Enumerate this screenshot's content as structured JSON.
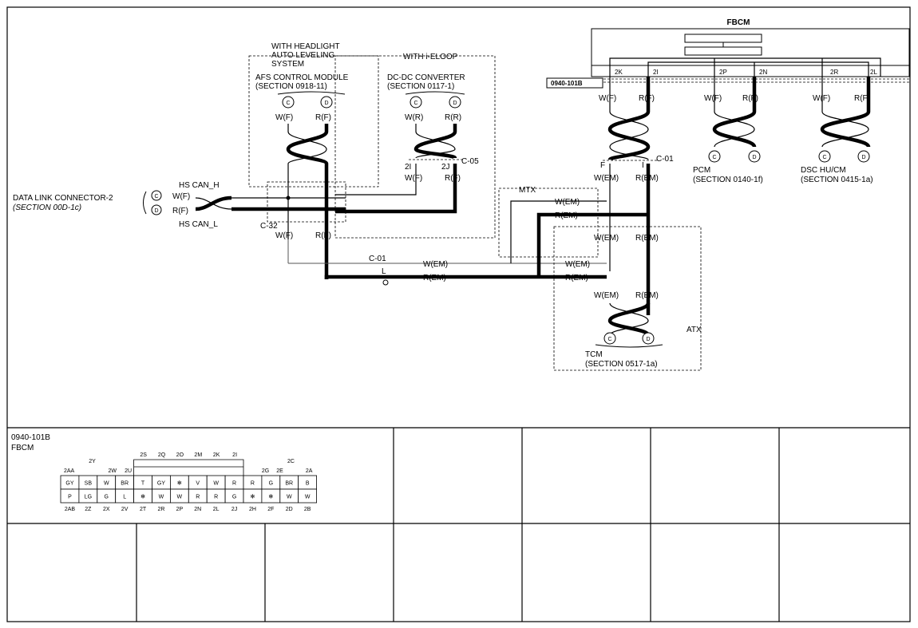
{
  "fbcm": {
    "title": "FBCM",
    "pins": [
      "2K",
      "2I",
      "2P",
      "2N",
      "2R",
      "2L"
    ],
    "connector_ref": "0940-101B"
  },
  "modules": {
    "headlight_note": [
      "WITH HEADLIGHT",
      "AUTO LEVELING",
      "SYSTEM"
    ],
    "afs": [
      "AFS CONTROL MODULE",
      "(SECTION 0918-11)"
    ],
    "ieloop_note": "WITH i-ELOOP",
    "dcdc": [
      "DC-DC CONVERTER",
      "(SECTION 0117-1)"
    ],
    "pcm": [
      "PCM",
      "(SECTION 0140-1f)"
    ],
    "dsc": [
      "DSC HU/CM",
      "(SECTION 0415-1a)"
    ],
    "tcm": [
      "TCM",
      "(SECTION 0517-1a)"
    ],
    "dlc": [
      "DATA LINK CONNECTOR-2",
      "(SECTION 00D-1c)"
    ],
    "mtx": "MTX",
    "atx": "ATX"
  },
  "labels": {
    "hs_can_h": "HS CAN_H",
    "hs_can_l": "HS CAN_L",
    "c": "C",
    "d": "D",
    "wf": "W(F)",
    "rf": "R(F)",
    "wr": "W(R)",
    "rr": "R(R)",
    "wem": "W(EM)",
    "rem": "R(EM)",
    "c32": "C-32",
    "c05": "C-05",
    "c01": "C-01",
    "pin_2i": "2I",
    "pin_2j": "2J",
    "pin_f": "F",
    "pin_i": "I",
    "pin_l": "L"
  },
  "connector_table": {
    "ref": "0940-101B",
    "name": "FBCM",
    "top_labels": [
      "2S",
      "2Q",
      "2O",
      "2M",
      "2K",
      "2I"
    ],
    "side_labels": [
      "2AA",
      "2Y",
      "2W",
      "2U",
      "2G",
      "2E",
      "2C",
      "2A"
    ],
    "row1": [
      "GY",
      "SB",
      "W",
      "BR",
      "T",
      "GY",
      "✻",
      "V",
      "W",
      "R",
      "R",
      "G",
      "BR",
      "B"
    ],
    "row2": [
      "P",
      "LG",
      "G",
      "L",
      "✻",
      "W",
      "W",
      "R",
      "R",
      "G",
      "✻",
      "✻",
      "W",
      "W"
    ],
    "bottom_labels": [
      "2AB",
      "2Z",
      "2X",
      "2V",
      "2T",
      "2R",
      "2P",
      "2N",
      "2L",
      "2J",
      "2H",
      "2F",
      "2D",
      "2B"
    ]
  }
}
